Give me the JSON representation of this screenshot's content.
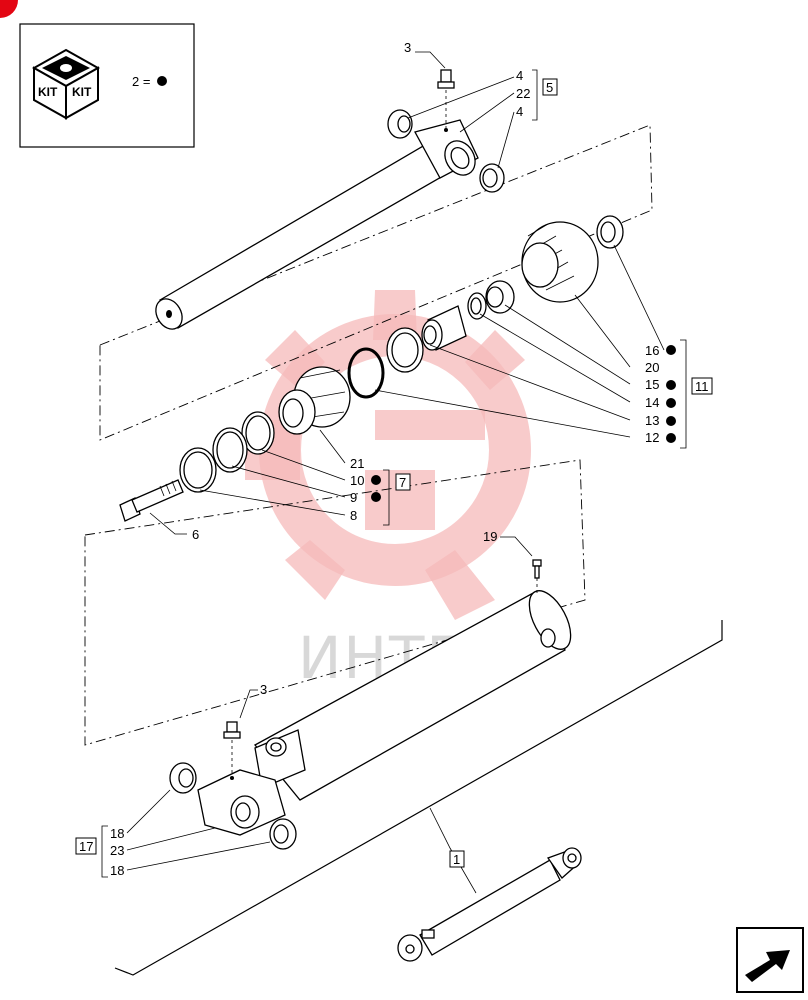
{
  "watermark": {
    "text": "ИНТЕХ"
  },
  "legend": {
    "kit_box_text_1": "KIT",
    "kit_box_text_2": "KIT",
    "equation": "2 ="
  },
  "callouts": {
    "c3_top": "3",
    "c4_a": "4",
    "c22": "22",
    "c4_b": "4",
    "c5": "5",
    "c16": "16",
    "c20": "20",
    "c15": "15",
    "c11": "11",
    "c14": "14",
    "c13": "13",
    "c12": "12",
    "c21": "21",
    "c10": "10",
    "c9": "9",
    "c7": "7",
    "c8": "8",
    "c6": "6",
    "c19": "19",
    "c3_bottom": "3",
    "c18_a": "18",
    "c17": "17",
    "c23": "23",
    "c18_b": "18",
    "c1": "1"
  },
  "kit_marker_items": [
    "16",
    "15",
    "14",
    "13",
    "12",
    "10",
    "9"
  ],
  "colors": {
    "corner_badge": "#e30613",
    "watermark": "#f5b9b9",
    "ink": "#000000"
  },
  "icons": {
    "nav_arrow": "arrow-back-icon",
    "kit_box": "kit-box-icon"
  }
}
